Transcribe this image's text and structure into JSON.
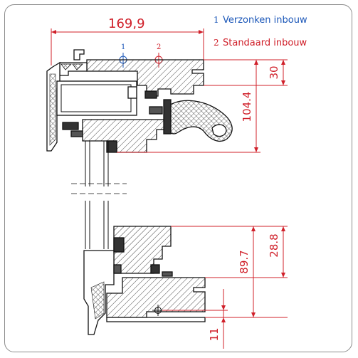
{
  "legend": [
    {
      "number": "1",
      "label": "Verzonken inbouw",
      "color": "#1a56b8"
    },
    {
      "number": "2",
      "label": "Standaard inbouw",
      "color": "#d0202a"
    }
  ],
  "markers": {
    "one": "1",
    "two": "2"
  },
  "dimensions": {
    "top_width": "169,9",
    "sash_height": "30",
    "head_height": "104.4",
    "sill_upper": "28.8",
    "sill_height": "89.7",
    "sill_lower": "11"
  },
  "colors": {
    "dimension": "#d0202a",
    "marker_blue": "#1a56b8",
    "outline": "#111111",
    "frame_border": "#8c8c8c",
    "hatch": "#444444"
  }
}
